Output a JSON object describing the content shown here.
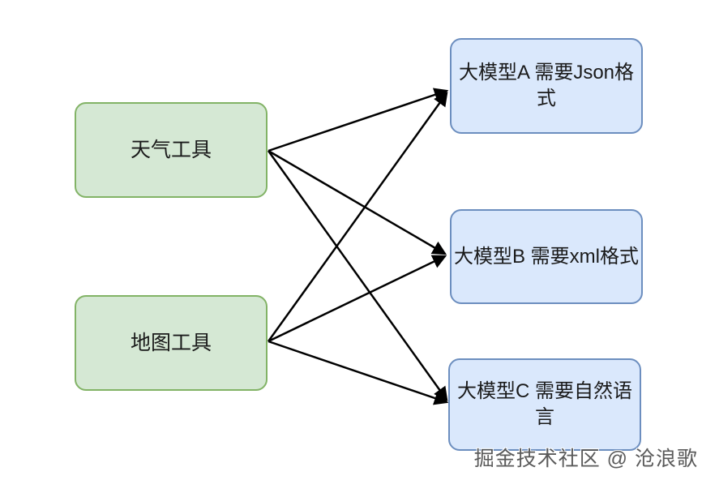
{
  "diagram": {
    "background_color": "#ffffff",
    "edge_color": "#000000",
    "nodes": [
      {
        "id": "weather-tool",
        "label": "天气工具",
        "fill": "#d5e8d4",
        "border": "#82b366",
        "side": "left"
      },
      {
        "id": "map-tool",
        "label": "地图工具",
        "fill": "#d5e8d4",
        "border": "#82b366",
        "side": "left"
      },
      {
        "id": "model-a",
        "label": "大模型A 需要Json格\n式",
        "fill": "#dae8fc",
        "border": "#6c8ebf",
        "side": "right"
      },
      {
        "id": "model-b",
        "label": "大模型B 需要xml格式",
        "fill": "#dae8fc",
        "border": "#6c8ebf",
        "side": "right"
      },
      {
        "id": "model-c",
        "label": "大模型C 需要自然语\n言",
        "fill": "#dae8fc",
        "border": "#6c8ebf",
        "side": "right"
      }
    ],
    "edges": [
      {
        "from": "weather-tool",
        "to": "model-a"
      },
      {
        "from": "weather-tool",
        "to": "model-b"
      },
      {
        "from": "weather-tool",
        "to": "model-c"
      },
      {
        "from": "map-tool",
        "to": "model-a"
      },
      {
        "from": "map-tool",
        "to": "model-b"
      },
      {
        "from": "map-tool",
        "to": "model-c"
      }
    ],
    "watermark": "掘金技术社区 @ 沧浪歌"
  }
}
